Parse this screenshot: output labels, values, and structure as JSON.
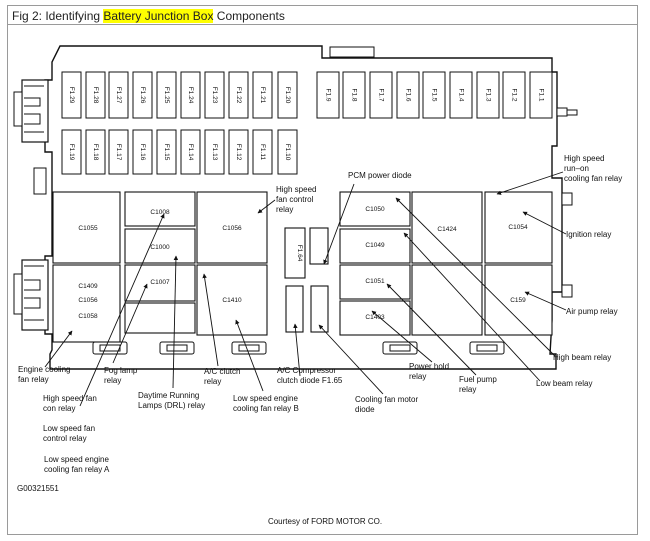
{
  "title": {
    "prefix": "Fig 2: Identifying ",
    "highlight": "Battery Junction Box",
    "suffix": " Components"
  },
  "figure_id": "G00321551",
  "credit": "Courtesy of FORD MOTOR CO.",
  "fuses_top_row": [
    "F1.29",
    "F1.28",
    "F1.27",
    "F1.26",
    "F1.25",
    "F1.24",
    "F1.23",
    "F1.22",
    "F1.21",
    "F1.20",
    "F1.9",
    "F1.8",
    "F1.7",
    "F1.6",
    "F1.5",
    "F1.4",
    "F1.3",
    "F1.2",
    "F1.1"
  ],
  "fuses_second_row": [
    "F1.19",
    "F1.18",
    "F1.17",
    "F1.16",
    "F1.15",
    "F1.14",
    "F1.13",
    "F1.12",
    "F1.11",
    "F1.10"
  ],
  "fuse_center": "F1.64",
  "relays": {
    "c1055": "C1055",
    "c1008": "C1008",
    "c1000": "C1000",
    "c1056": "C1056",
    "c1409": "C1409",
    "c1056b": "C1056",
    "c1058": "C1058",
    "c1007": "C1007",
    "c1410": "C1410",
    "c1050": "C1050",
    "c1049": "C1049",
    "c1051": "C1051",
    "c1403": "C1403",
    "c1424": "C1424",
    "c1054": "C1054",
    "c159": "C159"
  },
  "callouts": {
    "high_speed_fan_control": [
      "High speed",
      "fan control",
      "relay"
    ],
    "pcm_power_diode": [
      "PCM power diode"
    ],
    "high_speed_runon": [
      "High speed",
      "run–on",
      "cooling fan relay"
    ],
    "ignition_relay": [
      "Ignition relay"
    ],
    "air_pump_relay": [
      "Air pump relay"
    ],
    "high_beam_relay": [
      "High beam relay"
    ],
    "low_beam_relay": [
      "Low beam relay"
    ],
    "power_hold_relay": [
      "Power hold",
      "relay"
    ],
    "fuel_pump_relay": [
      "Fuel pump",
      "relay"
    ],
    "cooling_fan_motor_diode": [
      "Cooling fan motor",
      "diode"
    ],
    "ac_comp_diode": [
      "A/C Compressor",
      "clutch diode  F1.65"
    ],
    "low_speed_b": [
      "Low speed engine",
      "cooling fan relay B"
    ],
    "ac_clutch": [
      "A/C clutch",
      "relay"
    ],
    "drl": [
      "Daytime Running",
      "Lamps (DRL) relay"
    ],
    "fog_lamp": [
      "Fog lamp",
      "relay"
    ],
    "engine_cooling": [
      "Engine cooling",
      "fan relay"
    ],
    "high_speed_fan_con": [
      "High speed fan",
      "con relay"
    ],
    "low_speed_fan_control": [
      "Low speed fan",
      "control relay"
    ],
    "low_speed_a": [
      "Low speed engine",
      "cooling fan relay A"
    ]
  }
}
